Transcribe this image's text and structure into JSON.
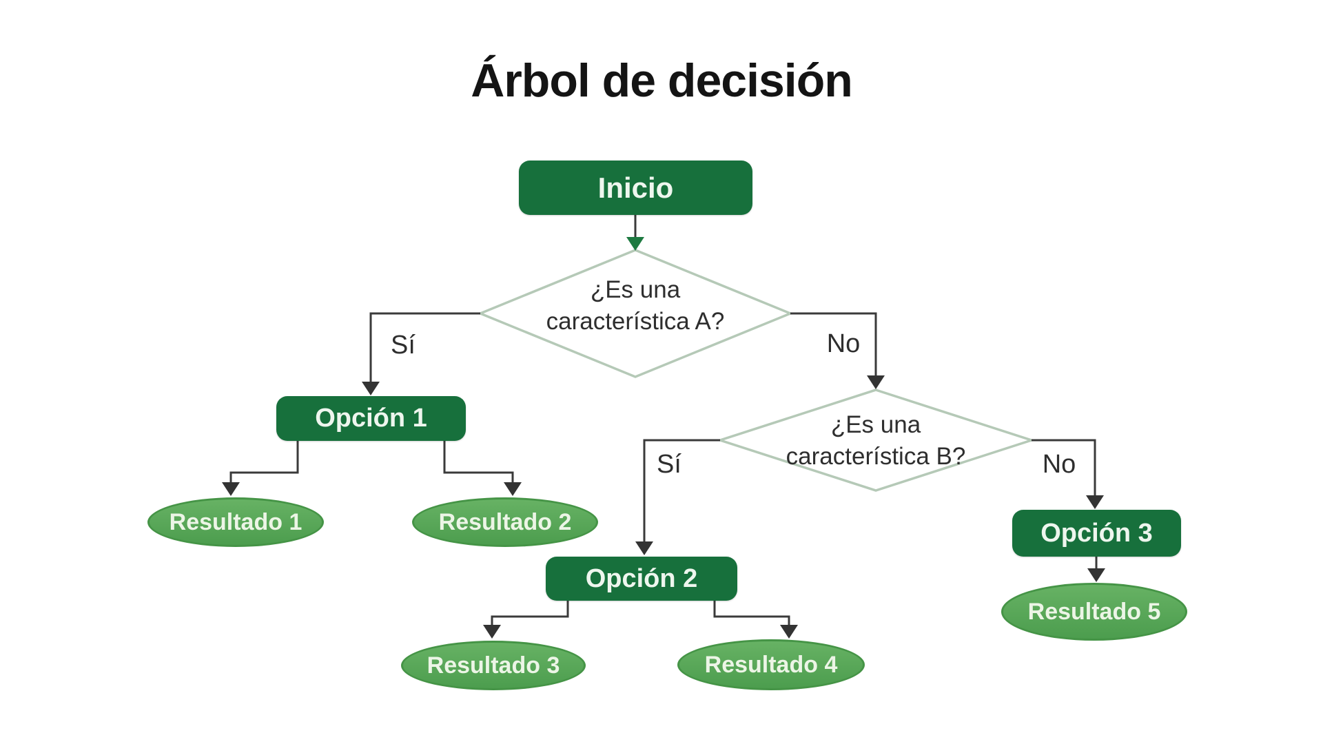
{
  "title": "Árbol de decisión",
  "nodes": {
    "inicio": {
      "label": "Inicio"
    },
    "decision_a": {
      "line1": "¿Es una",
      "line2": "característica A?"
    },
    "decision_b": {
      "line1": "¿Es una",
      "line2": "característica B?"
    },
    "opcion_1": {
      "label": "Opción 1"
    },
    "opcion_2": {
      "label": "Opción 2"
    },
    "opcion_3": {
      "label": "Opción 3"
    },
    "resultado_1": {
      "label": "Resultado 1"
    },
    "resultado_2": {
      "label": "Resultado 2"
    },
    "resultado_3": {
      "label": "Resultado 3"
    },
    "resultado_4": {
      "label": "Resultado 4"
    },
    "resultado_5": {
      "label": "Resultado 5"
    }
  },
  "edge_labels": {
    "a_yes": "Sí",
    "a_no": "No",
    "b_yes": "Sí",
    "b_no": "No"
  },
  "colors": {
    "box_green": "#17703c",
    "result_green_top": "#67b264",
    "result_green_bottom": "#4c9d4e",
    "result_border": "#459446",
    "diamond_border": "#b5c9b7",
    "connector": "#3a3a3a",
    "arrow_green": "#1e7a41",
    "title_text": "#141414",
    "label_text": "#2e2e2e",
    "node_text": "#eef6ee"
  }
}
